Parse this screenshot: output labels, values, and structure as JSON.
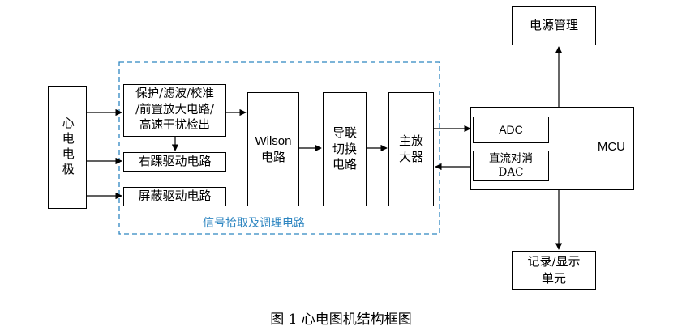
{
  "diagram": {
    "electrode": "心电电极",
    "protection": "保护/滤波/校准\n/前置放大电路/\n高速干扰检出",
    "right_leg_drive": "右踝驱动电路",
    "shield_drive": "屏蔽驱动电路",
    "wilson": "Wilson\n电路",
    "lead_switch": "导联\n切换\n电路",
    "main_amp": "主放\n大器",
    "mcu": "MCU",
    "adc": "ADC",
    "dc_cancel_dac": "直流对消\nDAC",
    "power_mgmt": "电源管理",
    "record_display": "记录/显示\n单元",
    "group_label": "信号拾取及调理电路",
    "colors": {
      "group_border": "#2e86c1",
      "group_label": "#2e86c1",
      "lines": "#000000"
    }
  },
  "caption": "图 1  心电图机结构框图"
}
